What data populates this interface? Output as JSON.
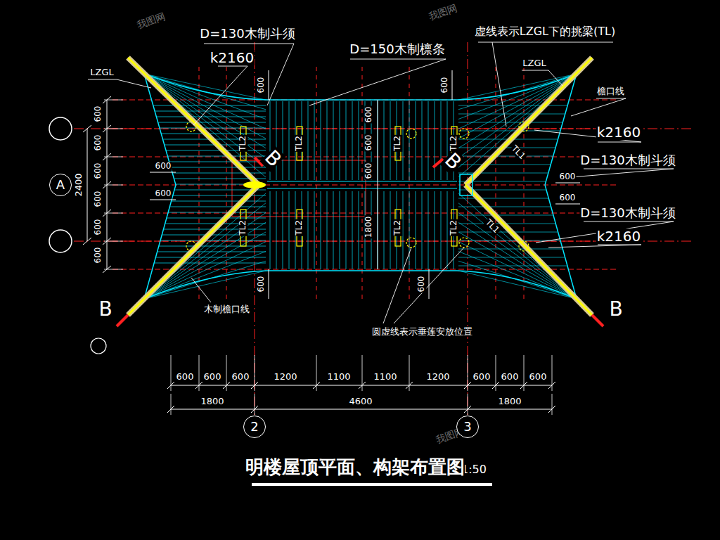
{
  "diagram": {
    "title": "明楼屋顶平面、构架布置图",
    "nodes": [
      {
        "text": [
          "A"
        ]
      },
      {
        "text": [
          "2"
        ]
      },
      {
        "text": [
          "3"
        ]
      }
    ],
    "labels": [
      "D=130木制斗须",
      "k2160",
      "D=150木制檩条",
      "虚线表示LZGL下的挑梁(TL)",
      "LZGL",
      "LZGL",
      "檐口线",
      "k2160",
      "D=130木制斗须",
      "D=130木制斗须",
      "k2160",
      "600",
      "600",
      "600",
      "600",
      "600",
      "600",
      "2400",
      "600",
      "600",
      "600",
      "600",
      "600",
      "600",
      "600",
      "600",
      "600",
      "600",
      "1800",
      "600",
      "TL2",
      "TL2",
      "TL2",
      "TL2",
      "TL2",
      "TL2",
      "TL2",
      "TL2",
      "TL1",
      "TL1",
      "B",
      "B",
      "B",
      "B",
      "木制檐口线",
      "圆虚线表示垂莲安放位置",
      "600",
      "600",
      "600",
      "1200",
      "1100",
      "1100",
      "1200",
      "600",
      "600",
      "600",
      "1800",
      "4600",
      "1800",
      "1:50",
      "我图网",
      "我图网",
      "我图网"
    ]
  }
}
